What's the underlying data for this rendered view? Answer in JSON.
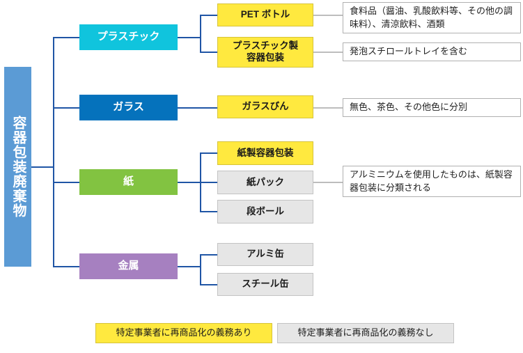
{
  "diagram": {
    "root": {
      "label": "容器包装廃棄物"
    },
    "categories": [
      {
        "key": "plastic",
        "label": "プラスチック"
      },
      {
        "key": "glass",
        "label": "ガラス"
      },
      {
        "key": "paper",
        "label": "紙"
      },
      {
        "key": "metal",
        "label": "金属"
      }
    ],
    "items": [
      {
        "key": "pet",
        "label": "PET ボトル",
        "obligation": "yes"
      },
      {
        "key": "plastic-pkg",
        "label": "プラスチック製\n容器包装",
        "obligation": "yes"
      },
      {
        "key": "glass-bottle",
        "label": "ガラスびん",
        "obligation": "yes"
      },
      {
        "key": "paper-pkg",
        "label": "紙製容器包装",
        "obligation": "yes"
      },
      {
        "key": "paper-pack",
        "label": "紙パック",
        "obligation": "no"
      },
      {
        "key": "cardboard",
        "label": "段ボール",
        "obligation": "no"
      },
      {
        "key": "alum-can",
        "label": "アルミ缶",
        "obligation": "no"
      },
      {
        "key": "steel-can",
        "label": "スチール缶",
        "obligation": "no"
      }
    ],
    "notes": [
      {
        "key": "note-pet",
        "text": "食料品（醤油、乳酸飲料等、その他の調味料）、清涼飲料、酒類"
      },
      {
        "key": "note-plastic-pkg",
        "text": "発泡スチロールトレイを含む"
      },
      {
        "key": "note-glass",
        "text": "無色、茶色、その他色に分別"
      },
      {
        "key": "note-paper-pack",
        "text": "アルミニウムを使用したものは、紙製容器包装に分類される"
      }
    ],
    "legend": [
      {
        "key": "legend-yes",
        "label": "特定事業者に再商品化の義務あり"
      },
      {
        "key": "legend-no",
        "label": "特定事業者に再商品化の義務なし"
      }
    ],
    "colors": {
      "root": "#5B9BD5",
      "plastic": "#10C4DD",
      "glass": "#0572BC",
      "paper": "#82C341",
      "metal": "#A680C0",
      "obligation_yes": "#FFE93F",
      "obligation_no": "#E6E6E6",
      "connector": "#1F55A5",
      "note_connector": "#BDBDBD"
    }
  }
}
